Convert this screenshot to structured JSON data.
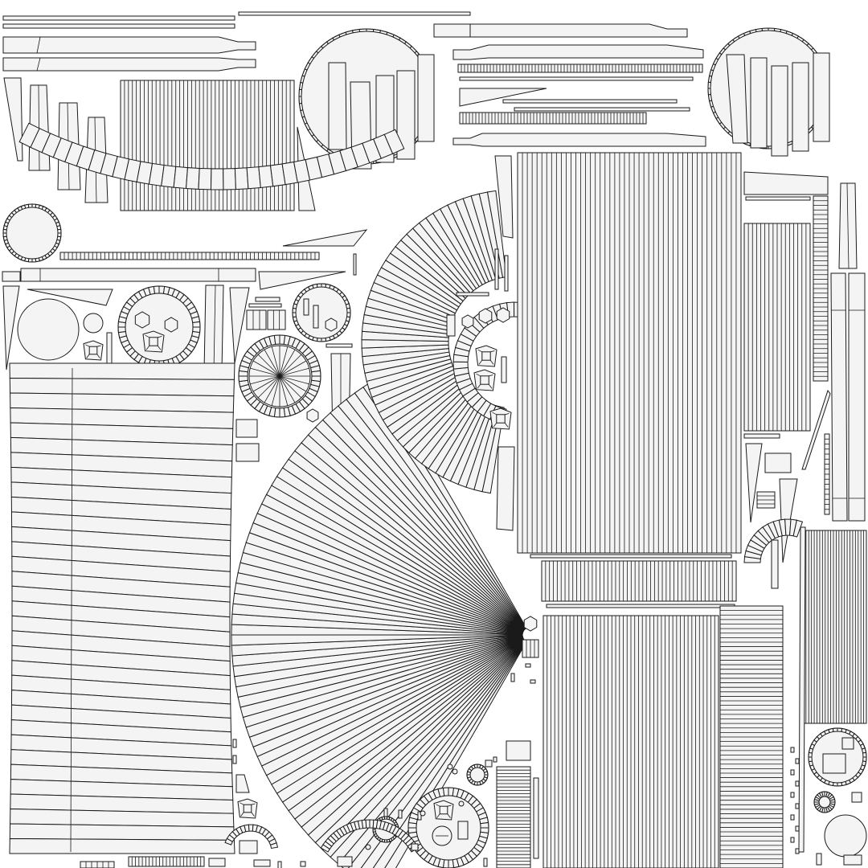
{
  "uv_layout": {
    "title": "",
    "background_color": "#ffffff",
    "face_fill_color": "#f4f4f4",
    "edge_color": "#1a1a1a",
    "islands": [
      "top-spline-strips",
      "left-tapered-strips",
      "upper-left-striped-block",
      "top-circle-badge",
      "top-right-circle-badge",
      "top-right-long-strips",
      "upper-arc-band",
      "small-ring",
      "small-disc-patches",
      "rosette-disc",
      "wheel-disc",
      "left-big-fan-panel",
      "center-radial-fan",
      "center-curved-fan",
      "center-tall-striped-block",
      "right-tall-striped-block",
      "right-vertical-strips",
      "center-horizontal-block",
      "lower-right-striped-blocks",
      "bottom-gear-disc",
      "bottom-right-disc",
      "small-hardware-pieces"
    ]
  }
}
